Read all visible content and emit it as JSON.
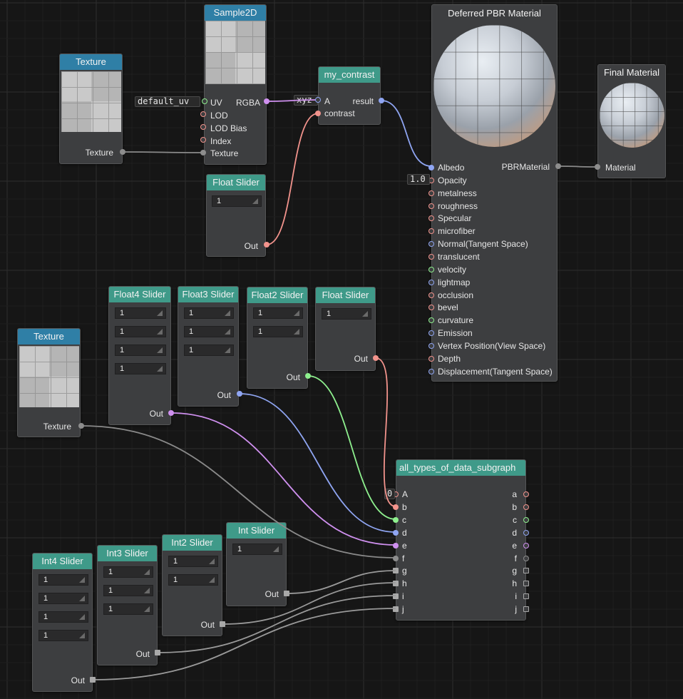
{
  "nodes": {
    "sample2d": {
      "title": "Sample2D",
      "inputs": [
        "UV",
        "LOD",
        "LOD Bias",
        "Index",
        "Texture"
      ],
      "output": "RGBA",
      "uv_default": "default_uv"
    },
    "texture_top": {
      "title": "Texture",
      "output": "Texture"
    },
    "my_contrast": {
      "title": "my_contrast",
      "inputs": [
        "A",
        "contrast"
      ],
      "output": "result",
      "a_default": "xyz"
    },
    "float_slider_top": {
      "title": "Float Slider",
      "values": [
        "1"
      ],
      "output": "Out"
    },
    "pbr": {
      "title": "Deferred PBR Material",
      "output": "PBRMaterial",
      "opacity_default": "1.0",
      "inputs": [
        "Albedo",
        "Opacity",
        "metalness",
        "roughness",
        "Specular",
        "microfiber",
        "Normal(Tangent Space)",
        "translucent",
        "velocity",
        "lightmap",
        "occlusion",
        "bevel",
        "curvature",
        "Emission",
        "Vertex Position(View Space)",
        "Depth",
        "Displacement(Tangent Space)"
      ]
    },
    "final_material": {
      "title": "Final Material",
      "input": "Material"
    },
    "float4_slider": {
      "title": "Float4 Slider",
      "values": [
        "1",
        "1",
        "1",
        "1"
      ],
      "output": "Out"
    },
    "float3_slider": {
      "title": "Float3 Slider",
      "values": [
        "1",
        "1",
        "1"
      ],
      "output": "Out"
    },
    "float2_slider": {
      "title": "Float2 Slider",
      "values": [
        "1",
        "1"
      ],
      "output": "Out"
    },
    "float_slider_mid": {
      "title": "Float Slider",
      "values": [
        "1"
      ],
      "output": "Out"
    },
    "texture_mid": {
      "title": "Texture",
      "output": "Texture"
    },
    "subgraph": {
      "title": "all_types_of_data_subgraph",
      "a_default": "0",
      "inputs": [
        "A",
        "b",
        "c",
        "d",
        "e",
        "f",
        "g",
        "h",
        "i",
        "j"
      ],
      "outputs": [
        "a",
        "b",
        "c",
        "d",
        "e",
        "f",
        "g",
        "h",
        "i",
        "j"
      ]
    },
    "int4_slider": {
      "title": "Int4 Slider",
      "values": [
        "1",
        "1",
        "1",
        "1"
      ],
      "output": "Out"
    },
    "int3_slider": {
      "title": "Int3 Slider",
      "values": [
        "1",
        "1",
        "1"
      ],
      "output": "Out"
    },
    "int2_slider": {
      "title": "Int2 Slider",
      "values": [
        "1",
        "1"
      ],
      "output": "Out"
    },
    "int_slider": {
      "title": "Int Slider",
      "values": [
        "1"
      ],
      "output": "Out"
    }
  },
  "colors": {
    "float1": "#f2938c",
    "float2": "#8ef08e",
    "float3": "#8fa5f2",
    "float4": "#cf90ef",
    "texture": "#8d8d8d",
    "int": "#a9a9a9",
    "material": "#8d8d8d"
  }
}
